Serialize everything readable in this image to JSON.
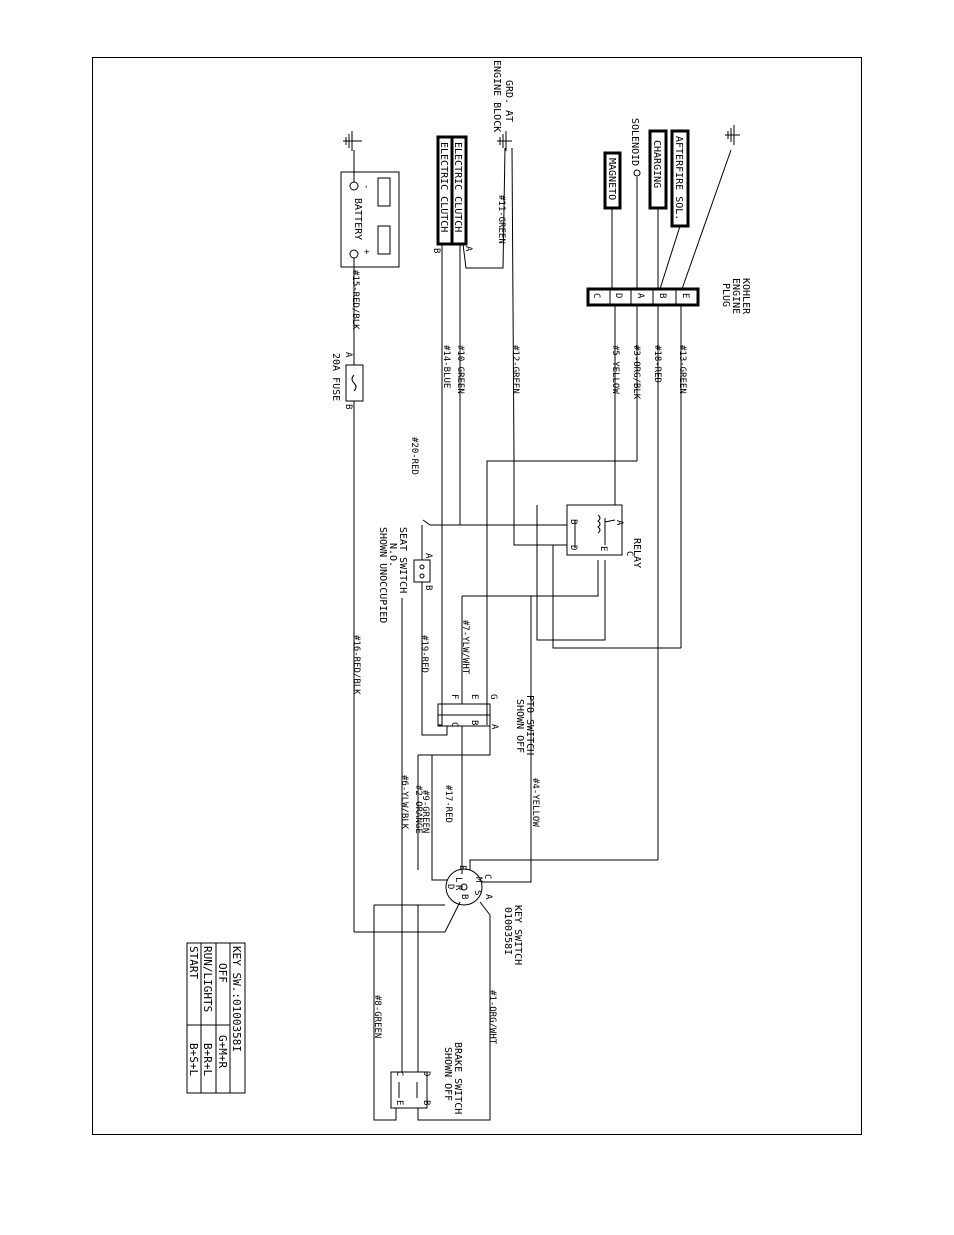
{
  "ground_label": [
    "GRD. AT",
    "ENGINE BLOCK"
  ],
  "components": {
    "battery": "BATTERY",
    "battery_minus": "-",
    "battery_plus": "+",
    "fuse": "20A FUSE",
    "electric_clutch_a": "ELECTRIC CLUTCH",
    "electric_clutch_b": "ELECTRIC CLUTCH",
    "magneto": "MAGNETO",
    "solenoid": "SOLENOID",
    "charging": "CHARGING",
    "afterfire": "AFTERFIRE SOL.",
    "kohler_plug": [
      "KOHLER",
      "ENGINE",
      "PLUG"
    ],
    "relay": "RELAY",
    "seat_switch": [
      "SEAT SWITCH",
      "N.O.",
      "SHOWN UNOCCUPIED"
    ],
    "pto_switch": [
      "PTO SWITCH",
      "SHOWN OFF"
    ],
    "key_switch": [
      "KEY SWITCH",
      "0100358I"
    ],
    "brake_switch": [
      "BRAKE SWITCH",
      "SHOWN OFF"
    ]
  },
  "pins": {
    "plug": [
      "C",
      "D",
      "A",
      "B",
      "E"
    ],
    "relay": [
      "A",
      "B",
      "D",
      "E",
      "C"
    ],
    "seat": [
      "A",
      "B"
    ],
    "pto": [
      "G",
      "E",
      "F",
      "A",
      "B",
      "C"
    ],
    "key": [
      "C",
      "M",
      "S",
      "E",
      "L",
      "R",
      "B",
      "D",
      "A"
    ],
    "brake": [
      "C",
      "D",
      "E",
      "B"
    ],
    "fuse": [
      "A",
      "B"
    ],
    "clutch": [
      "A",
      "B"
    ]
  },
  "wires": {
    "w11": "#11-GREEN",
    "w12": "#12-GREEN",
    "w14": "#14-BLUE",
    "w10": "#10-GREEN",
    "w15": "#15-RED/BLK",
    "w5": "#5-YELLOW",
    "w3": "#3-ORG/BLK",
    "w18": "#18-RED",
    "w13": "#13-GREEN",
    "w20": "#20-RED",
    "w16": "#16-RED/BLK",
    "w19": "#19-RED",
    "w7": "#7-YLW/WHT",
    "w4": "#4-YELLOW",
    "w17": "#17-RED",
    "w9": "#9-GREEN",
    "w2": "#2-ORANGE",
    "w6": "#6-YLW/BLK",
    "w1": "#1-ORG/WHT",
    "w8": "#8-GREEN"
  },
  "key_table": {
    "header": "KEY SW.:0100358I",
    "rows": [
      {
        "position": "OFF",
        "contacts": "G+M+R"
      },
      {
        "position": "RUN/LIGHTS",
        "contacts": "B+R+L"
      },
      {
        "position": "START",
        "contacts": "B+S+L"
      }
    ]
  }
}
